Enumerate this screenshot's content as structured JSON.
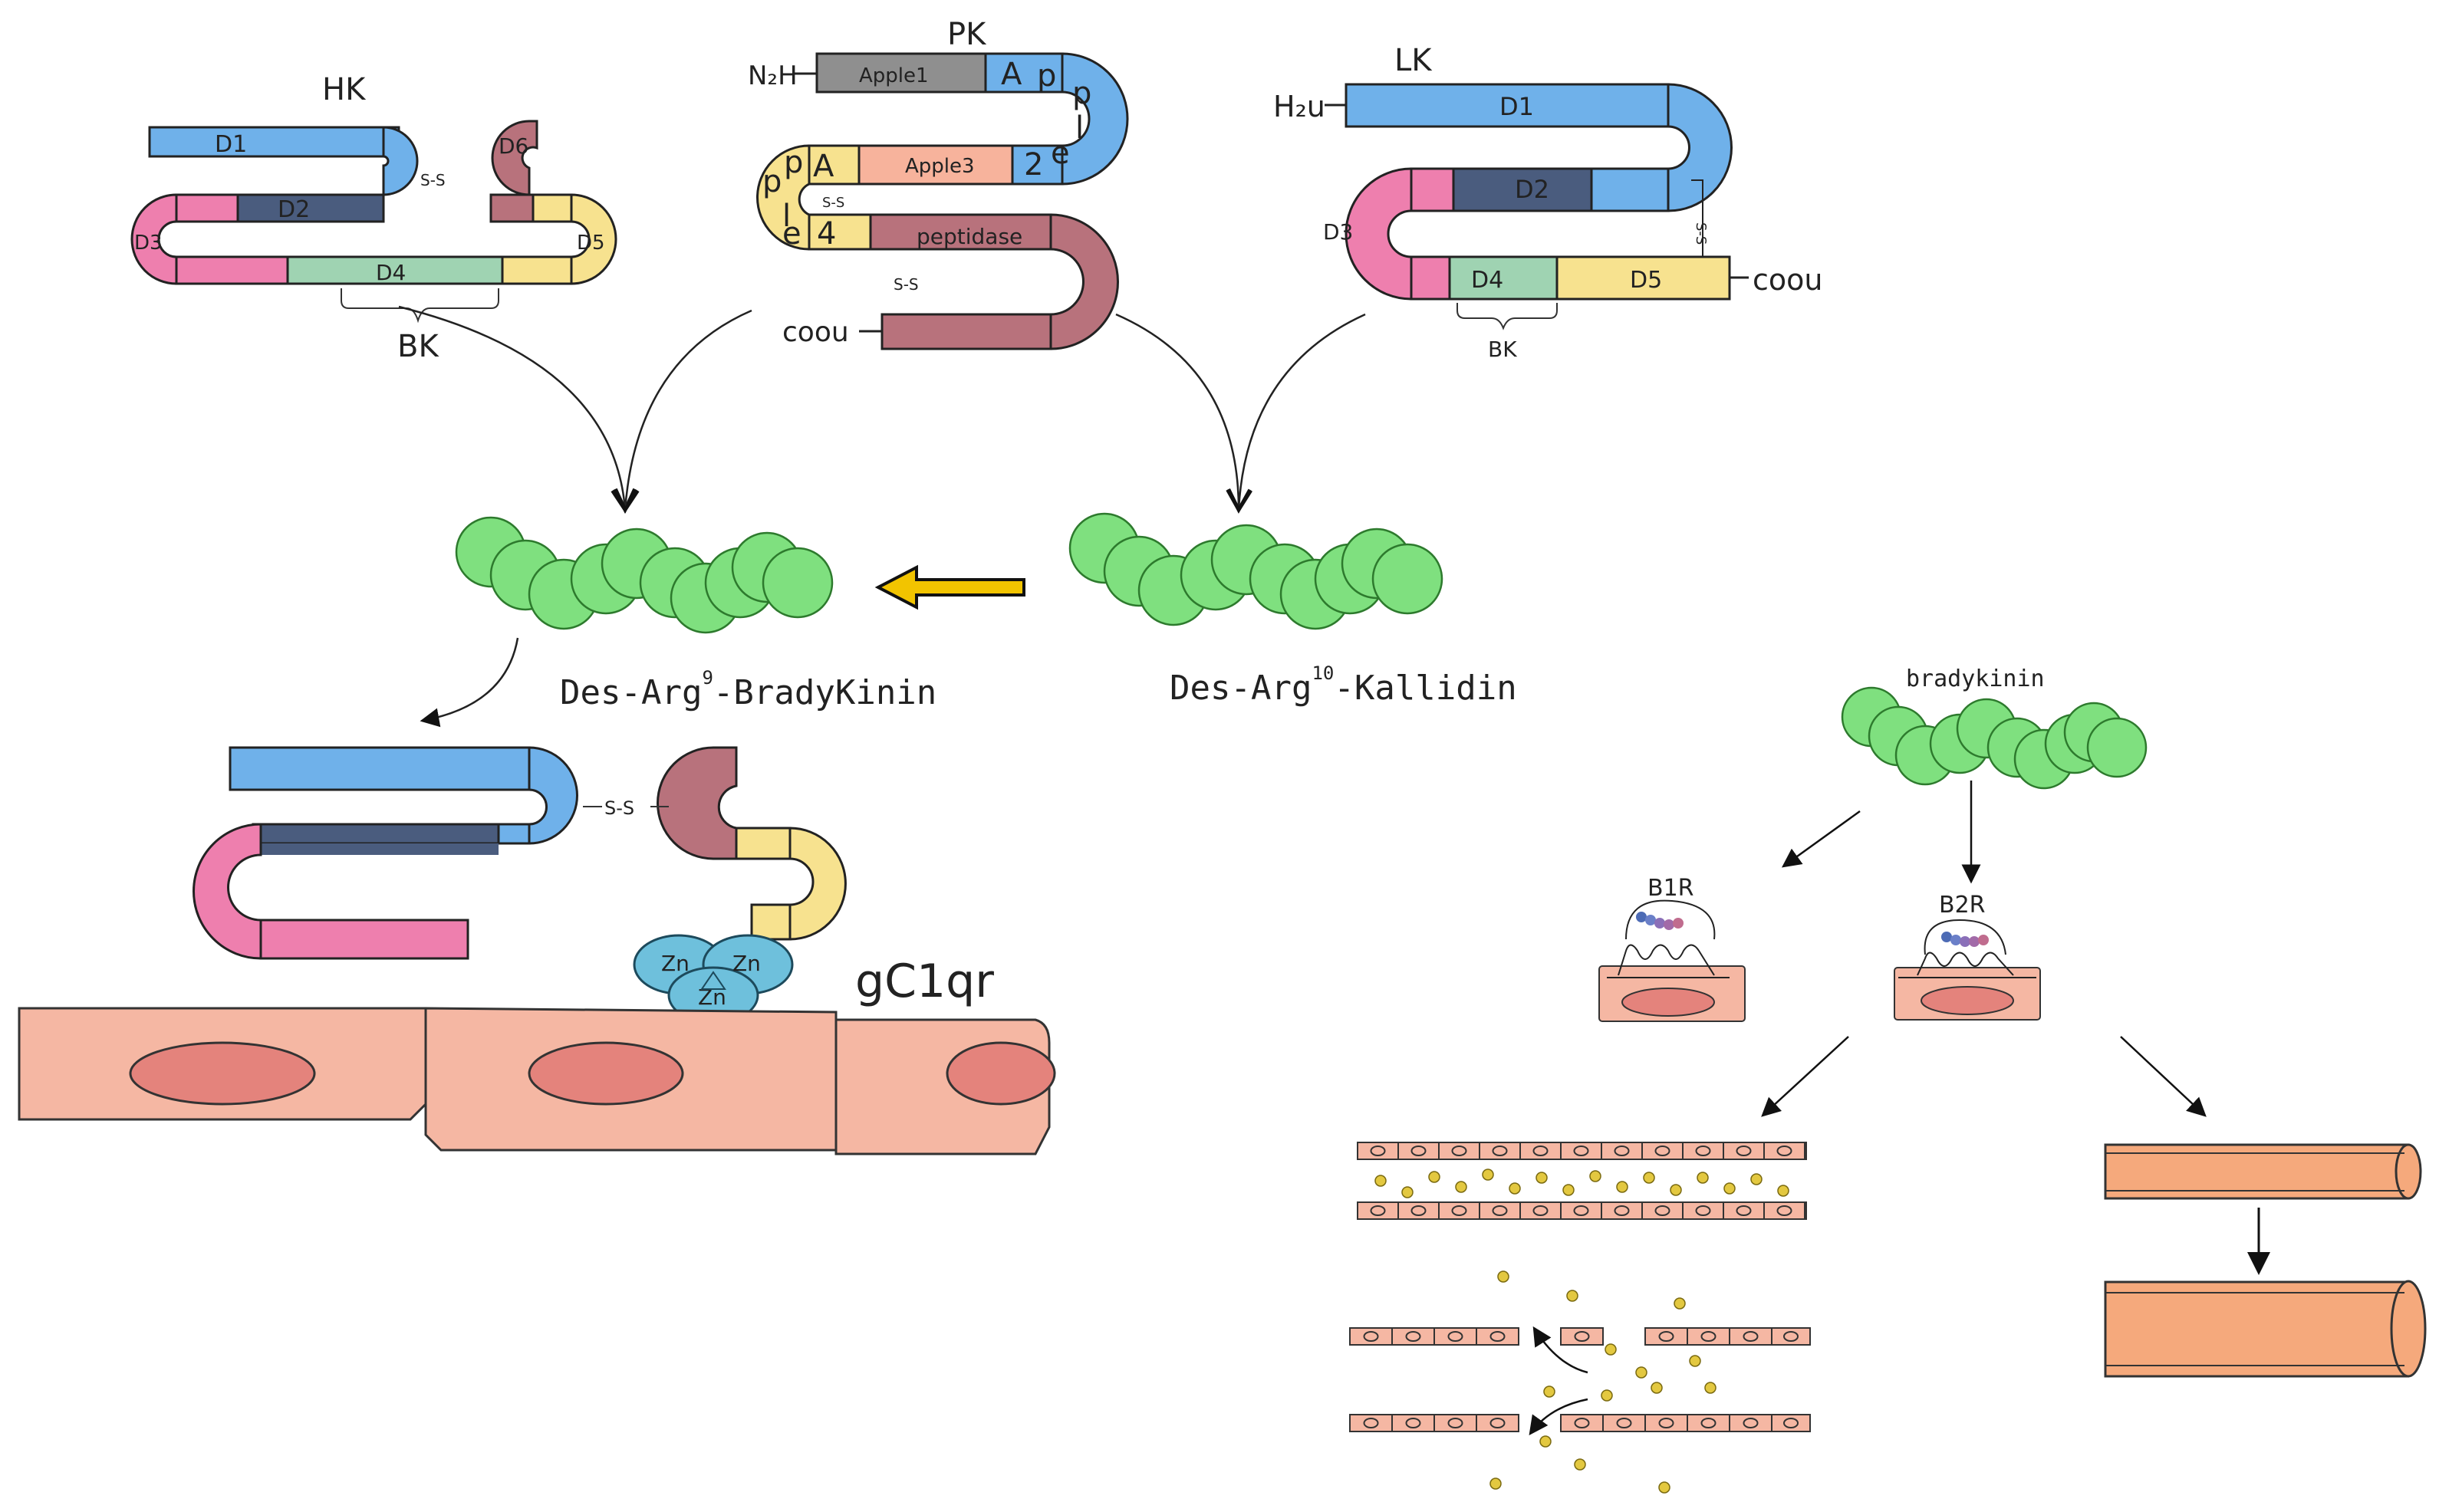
{
  "hk": {
    "title": "HK",
    "d1": "D1",
    "d2": "D2",
    "d3": "D3",
    "d4": "D4",
    "d5": "D5",
    "d6": "D6",
    "ss": "S-S",
    "bk": "BK"
  },
  "pk": {
    "title": "PK",
    "nh": "N₂H",
    "apple1": "Apple1",
    "apple3": "Apple3",
    "apple2_letters": [
      "A",
      "p",
      "p",
      "l",
      "e",
      "2"
    ],
    "apple4_letters": [
      "A",
      "p",
      "p",
      "l",
      "e",
      "4"
    ],
    "peptidase": "peptidase",
    "coou": "coou",
    "ss": "S-S"
  },
  "lk": {
    "title": "LK",
    "h2u": "H₂u",
    "d1": "D1",
    "d2": "D2",
    "d3": "D3",
    "d4": "D4",
    "d5": "D5",
    "coou": "coou",
    "ss": "S-S",
    "bk": "BK"
  },
  "peptides": {
    "bradykinin_pre": "Des-Arg",
    "bradykinin_sup": "9",
    "bradykinin_post": "-BradyKinin",
    "kallidin_pre": "Des-Arg",
    "kallidin_sup": "10",
    "kallidin_post": "-Kallidin"
  },
  "membrane": {
    "ss": "S-S",
    "zn": [
      "Zn",
      "Zn",
      "Zn"
    ],
    "receptor": "gC1qr"
  },
  "receptors": {
    "bradykinin": "bradykinin",
    "b1r": "B1R",
    "b2r": "B2R"
  },
  "colors": {
    "blue": "#6fb1ea",
    "navy": "#4a5c7e",
    "pink": "#ee7fae",
    "green": "#9fd3b2",
    "yellow": "#f7e28f",
    "mauve": "#b8727c",
    "gray": "#8f8f8f",
    "salmon": "#f7b39c",
    "peptide": "#7fe07f",
    "zn": "#6ec0dc",
    "cell": "#f5b7a3",
    "nucleus": "#e4837c",
    "dot": "#e3c840",
    "arrow_fill": "#f2c400"
  }
}
